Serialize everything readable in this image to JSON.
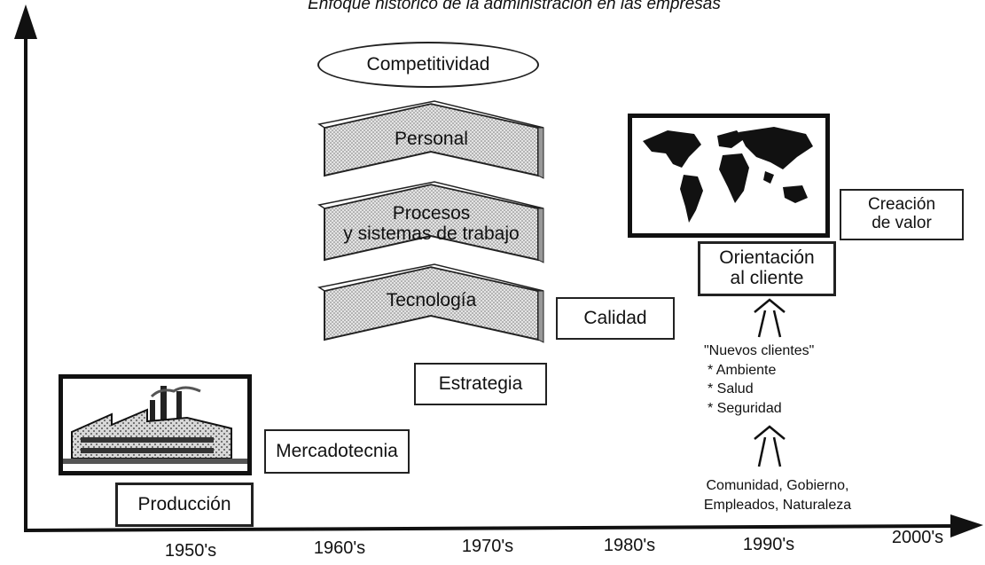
{
  "title": "Enfoque histórico de la administración en las empresas",
  "axis": {
    "ticks": [
      "1950's",
      "1960's",
      "1970's",
      "1980's",
      "1990's",
      "2000's"
    ]
  },
  "top_label": "Competitividad",
  "pillars": [
    "Personal",
    "Procesos\ny sistemas de trabajo",
    "Tecnología"
  ],
  "boxes": {
    "produccion": "Producción",
    "mercadotecnia": "Mercadotecnia",
    "estrategia": "Estrategia",
    "calidad": "Calidad",
    "orientacion": "Orientación\nal cliente",
    "creacion": "Creación\nde valor"
  },
  "nuevos_clientes": {
    "heading": "\"Nuevos clientes\"",
    "items": [
      "*  Ambiente",
      "*  Salud",
      "*  Seguridad"
    ]
  },
  "stakeholders": "Comunidad, Gobierno,\nEmpleados, Naturaleza",
  "icons": {
    "factory": "factory-illustration",
    "world": "world-map-illustration"
  },
  "colors": {
    "line": "#222222",
    "chevron_fill": "#cfcfcf"
  }
}
